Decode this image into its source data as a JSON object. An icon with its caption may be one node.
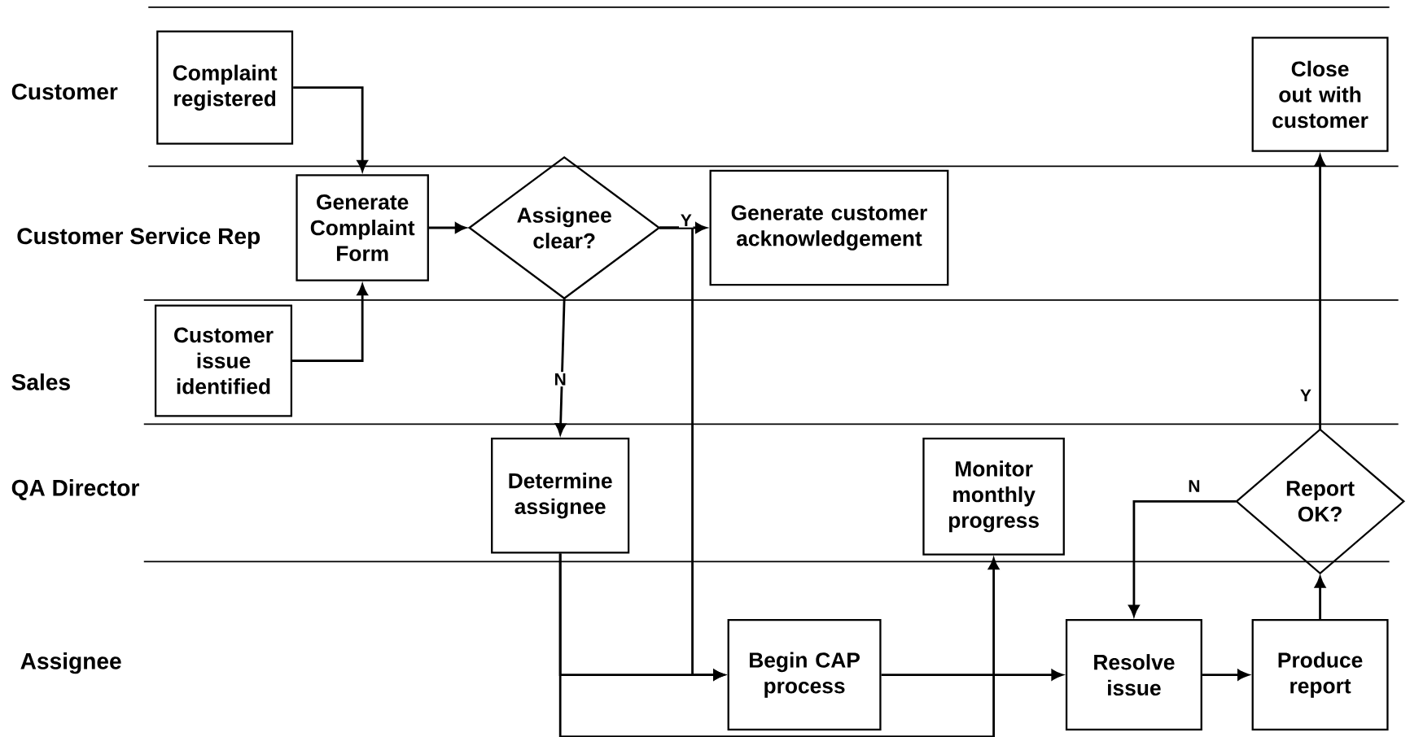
{
  "diagram": {
    "nodes": [
      {
        "text": [
          "Complaint registered"
        ]
      },
      {
        "text": [
          "Close out with customer"
        ]
      },
      {
        "text": [
          "Generate Complaint Form"
        ]
      },
      {
        "text": [
          "Assignee clear?"
        ]
      },
      {
        "text": [
          "Generate customer acknowledgement"
        ]
      },
      {
        "text": [
          "Customer issue identified"
        ]
      },
      {
        "text": [
          "Determine assignee"
        ]
      },
      {
        "text": [
          "Monitor monthly progress"
        ]
      },
      {
        "text": [
          "Report OK?"
        ]
      },
      {
        "text": [
          "Begin CAP process"
        ]
      },
      {
        "text": [
          "Resolve issue"
        ]
      },
      {
        "text": [
          "Produce report"
        ]
      }
    ],
    "edges": [
      {
        "from": 0,
        "to": 2,
        "arrow": "to"
      },
      {
        "from": 5,
        "to": 2,
        "arrow": "to"
      },
      {
        "from": 2,
        "to": 3,
        "arrow": "to"
      },
      {
        "from": 3,
        "to": 4,
        "arrow": "to",
        "label": "Y"
      },
      {
        "from": 3,
        "to": 6,
        "arrow": "to",
        "label": "N"
      },
      {
        "from": 3,
        "to": 9,
        "arrow": "to"
      },
      {
        "from": 6,
        "to": 9,
        "arrow": "to"
      },
      {
        "from": 6,
        "to": 7,
        "arrow": "to"
      },
      {
        "from": 9,
        "to": 10,
        "arrow": "to"
      },
      {
        "from": 10,
        "to": 11,
        "arrow": "to"
      },
      {
        "from": 11,
        "to": 8,
        "arrow": "to"
      },
      {
        "from": 8,
        "to": 10,
        "arrow": "to",
        "label": "N"
      },
      {
        "from": 8,
        "to": 1,
        "arrow": "to",
        "label": "Y"
      }
    ],
    "labels": [
      "Customer",
      "Customer Service Rep",
      "Sales",
      "QA Director",
      "Assignee"
    ]
  }
}
